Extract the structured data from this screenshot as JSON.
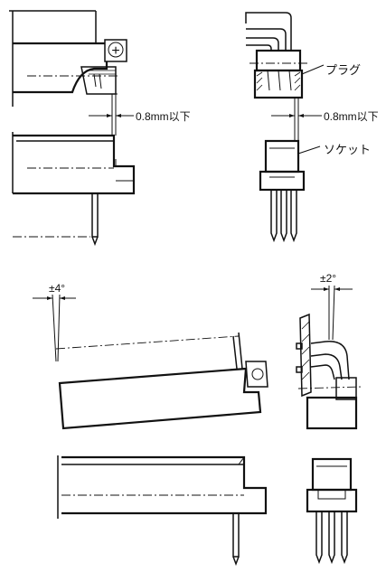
{
  "labels": {
    "gap_left": "0.8mm以下",
    "gap_right": "0.8mm以下",
    "plug": "プラグ",
    "socket": "ソケット",
    "tilt_left": "±4°",
    "tilt_right": "±2°"
  },
  "symbols": {
    "plus_mark": "+"
  },
  "colors": {
    "line": "#111111",
    "background": "#ffffff"
  }
}
